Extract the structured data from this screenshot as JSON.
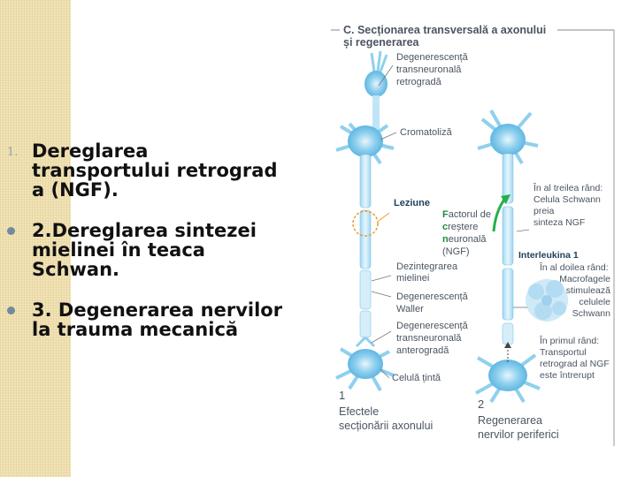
{
  "bullets": [
    {
      "marker": "1.",
      "text": "Dereglarea transportului retrograd a (NGF)."
    },
    {
      "text": "2.Dereglarea sintezei mielinei în teaca Schwan."
    },
    {
      "text": "3. Degenerarea nervilor  la trauma mecanică"
    }
  ],
  "figure": {
    "title_line1": "C. Secționarea transversală a axonului",
    "title_line2": "și regenerarea",
    "left_labels": {
      "degen_retro_1": "Degenerescență",
      "degen_retro_2": "transneuronală",
      "degen_retro_3": "retrogradă",
      "cromatoliza": "Cromatoliză",
      "leziune": "Leziune",
      "dezintegrare_1": "Dezintegrarea",
      "dezintegrare_2": "mielinei",
      "waller_1": "Degenerescență",
      "waller_2": "Waller",
      "antero_1": "Degenerescență",
      "antero_2": "transneuronală",
      "antero_3": "anterogradă",
      "celula": "Celulă țintă"
    },
    "ngf_1": "actorul de",
    "ngf_2": "reștere",
    "ngf_3": "euronală",
    "ngf_4": "(NGF)",
    "ngf_F": "F",
    "ngf_c": "c",
    "ngf_n": "n",
    "right_labels": {
      "treilea_1": "În al treilea rând:",
      "treilea_2": "Celula Schwann",
      "treilea_3": "preia",
      "treilea_4": "sinteza NGF",
      "interleukina": "Interleukina 1",
      "doilea_1": "În al doilea rând:",
      "doilea_2": "Macrofagele",
      "doilea_3": "stimulează",
      "doilea_4": "celulele",
      "doilea_5": "Schwann",
      "primul_1": "În primul rând:",
      "primul_2": "Transportul",
      "primul_3": "retrograd al NGF",
      "primul_4": "este întrerupt"
    },
    "caption1_num": "1",
    "caption1_1": "Efectele",
    "caption1_2": "secționării axonului",
    "caption2_num": "2",
    "caption2_1": "Regenerarea",
    "caption2_2": "nervilor periferici"
  },
  "colors": {
    "stripe": "#efdfae",
    "bullet": "#6e8c9a",
    "neuron": "#8fd0ee",
    "neuron_dark": "#49a7d6",
    "label_text": "#4a5562",
    "highlight": "#f09a2c",
    "ngf_letters": "#1b8a3c",
    "arrow_green": "#24b04c"
  }
}
